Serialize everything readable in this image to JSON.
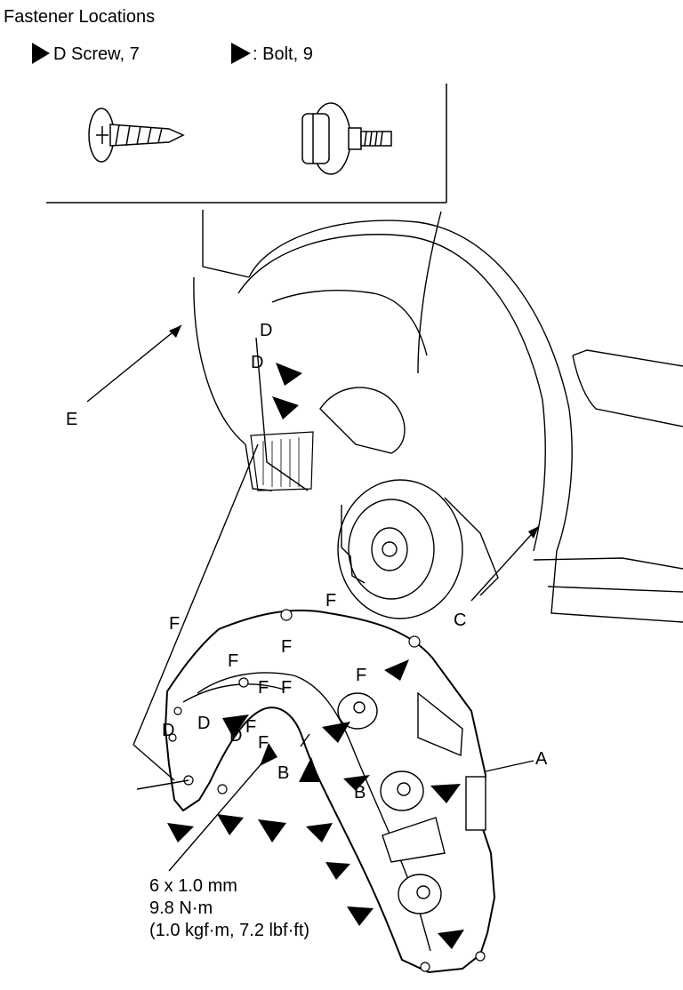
{
  "title": "Fastener Locations",
  "legend": {
    "screw_label": "D Screw, 7",
    "bolt_label": ": Bolt, 9"
  },
  "labels": {
    "A": "A",
    "B": "B",
    "C": "C",
    "D": "D",
    "E": "E",
    "F": "F"
  },
  "spec": {
    "line1": "6 x 1.0 mm",
    "line2": "9.8 N·m",
    "line3": "(1.0 kgf·m, 7.2 lbf·ft)"
  }
}
